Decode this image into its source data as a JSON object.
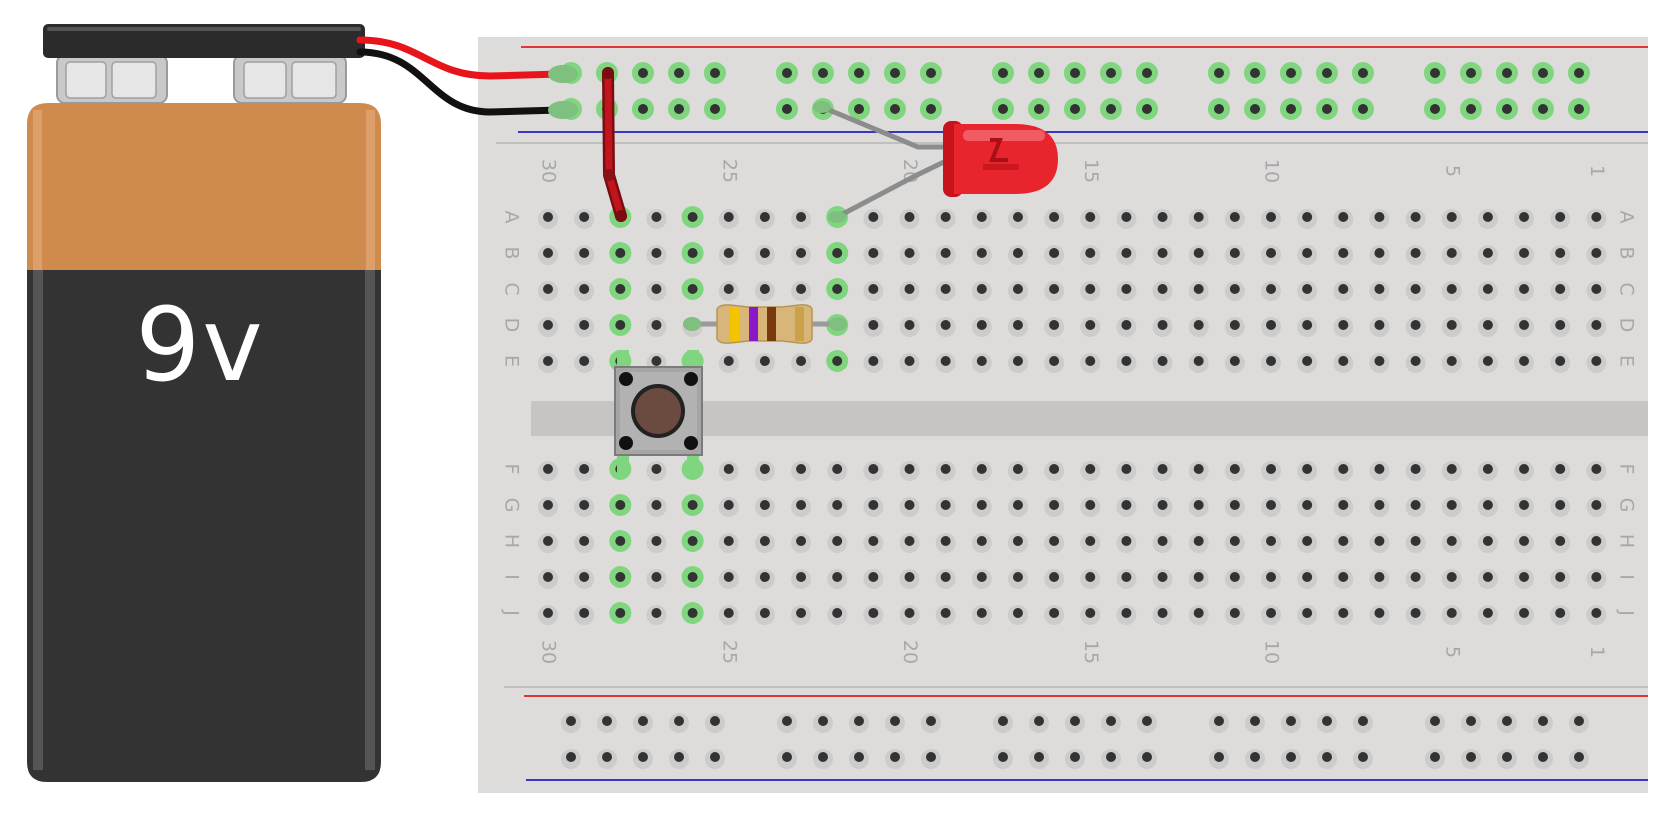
{
  "battery": {
    "label": "9v",
    "colors": {
      "copper": "#cf8a4e",
      "body": "#333333",
      "clip": "#2b2b2b",
      "terminal": "#cfcfcf"
    }
  },
  "wires": {
    "positive_color": "#e8141c",
    "negative_color": "#111111",
    "jumper_color": "#b5121b"
  },
  "breadboard": {
    "colors": {
      "board": "#dddcdb",
      "channel": "#c6c5c4",
      "hole": "#333333",
      "active_hole": "#7fd67f",
      "power_positive": "#e00000",
      "power_negative": "#0000b8",
      "label": "#a8a8a8"
    },
    "column_labels": [
      "30",
      "25",
      "20",
      "15",
      "10",
      "5",
      "1"
    ],
    "row_labels_top": [
      "A",
      "B",
      "C",
      "D",
      "E"
    ],
    "row_labels_bottom": [
      "F",
      "G",
      "H",
      "I",
      "J"
    ]
  },
  "components": {
    "led": {
      "color": "#e8242c"
    },
    "resistor": {
      "bands": [
        "#f2c500",
        "#8a18c9",
        "#7a3a10",
        "#c9a24a"
      ]
    },
    "pushbutton": {
      "cap_color": "#6b4a3f"
    }
  }
}
